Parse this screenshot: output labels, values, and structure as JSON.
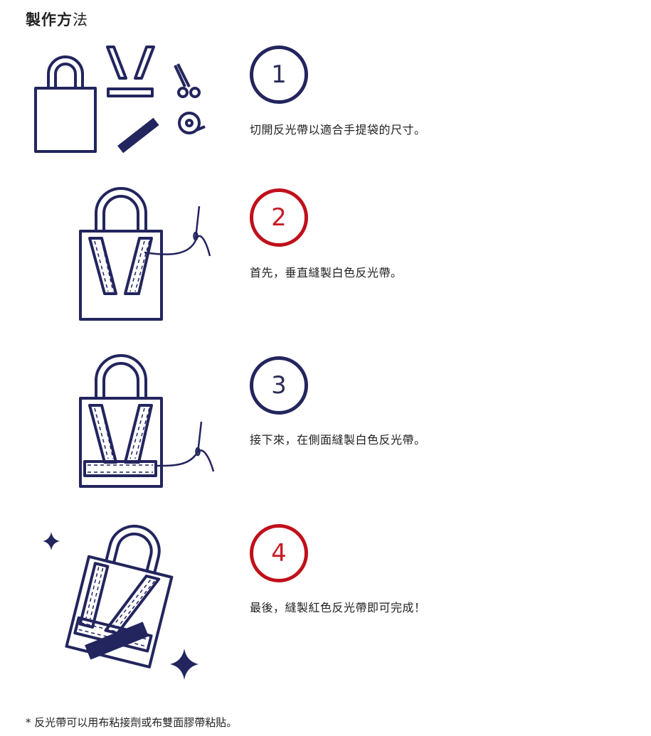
{
  "title_bold": "製作方",
  "title_rest": "法",
  "steps": [
    {
      "number": "1",
      "text": "切開反光帶以適合手提袋的尺寸。",
      "color": "#23255e"
    },
    {
      "number": "2",
      "text": "首先，垂直縫製白色反光帶。",
      "color": "#c0101b"
    },
    {
      "number": "3",
      "text": "接下來，在側面縫製白色反光帶。",
      "color": "#23255e"
    },
    {
      "number": "4",
      "text": "最後，縫製紅色反光帶即可完成！",
      "color": "#c0101b"
    }
  ],
  "footnote": "* 反光帶可以用布粘接劑或布雙面膠帶粘貼。",
  "colors": {
    "navy": "#23255e",
    "red": "#c0101b"
  },
  "icons": [
    "tote-bag-icon",
    "reflective-strips-icon",
    "scissors-icon",
    "tape-roll-icon",
    "needle-thread-icon",
    "sparkle-icon"
  ]
}
